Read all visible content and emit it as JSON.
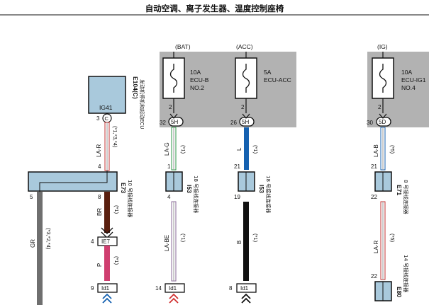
{
  "title": "自动空调、离子发生器、温度控制座椅",
  "sources": [
    {
      "supply": "(BAT)",
      "amp": "10A",
      "fuse1": "ECU-B",
      "fuse2": "NO.2",
      "pin": "2",
      "jpin": "32",
      "jname": "5H"
    },
    {
      "supply": "(ACC)",
      "amp": "5A",
      "fuse1": "ECU-ACC",
      "fuse2": "",
      "pin": "2",
      "jpin": "26",
      "jname": "5H"
    },
    {
      "supply": "(IG)",
      "amp": "10A",
      "fuse1": "ECU-IG1",
      "fuse2": "NO.4",
      "pin": "2",
      "jpin": "30",
      "jname": "5D"
    }
  ],
  "ecu": {
    "name": "IG41",
    "code": "E104(C)",
    "desc": "发动机停机和起动ECU",
    "pin": "3",
    "pin_mark": "C"
  },
  "wires": {
    "la_r": "LA-R",
    "la_r_note": "(*1,*3,*4)",
    "gr": "GR",
    "gr_note": "(*3,*2,*4)",
    "br": "BR",
    "br_note": "(*1)",
    "p": "P",
    "p_note": "(*1)",
    "la_g": "LA-G",
    "la_g_note": "(*1)",
    "la_be": "LA-BE",
    "la_be_note": "(*1)",
    "l": "L",
    "l_note": "(*1)",
    "b": "B",
    "b_note": "(*1)",
    "la_b": "LA-B",
    "la_b_note": "(*5)",
    "la_r2": "LA-R",
    "la_r2_note": "(*5)"
  },
  "connectors": {
    "e73": {
      "code": "E73",
      "desc": "10 号接线连接器",
      "pin_top": "4",
      "pin_left": "5",
      "pin_bottom": "8"
    },
    "ie7": {
      "name": "IE7",
      "pin": "4"
    },
    "id1_a": {
      "name": "Id1",
      "pin": "9"
    },
    "i53_a": {
      "code": "I53",
      "desc": "18 号接线连接器",
      "pin_top": "1",
      "pin_bottom": "4"
    },
    "id1_b": {
      "name": "Id1",
      "pin": "14"
    },
    "i53_b": {
      "code": "I53",
      "desc": "18 号接线连接器",
      "pin_top": "21",
      "pin_bottom": "19"
    },
    "id1_c": {
      "name": "Id1",
      "pin": "8"
    },
    "e71": {
      "code": "E71",
      "desc": "8 号接线连接器",
      "pin_top": "21",
      "pin_bottom": "22"
    },
    "e80": {
      "code": "E80",
      "desc": "14 号接线连接器",
      "pin_top": "22"
    }
  },
  "colors": {
    "panel": "#b2b2b2",
    "box": "#a9c9dc",
    "brown": "#5a1f0f",
    "pink": "#cf3e6f",
    "blue": "#1561b0",
    "gray": "#6f6f6f",
    "black": "#111111",
    "green": "#2d9a4a",
    "red": "#d03030"
  }
}
